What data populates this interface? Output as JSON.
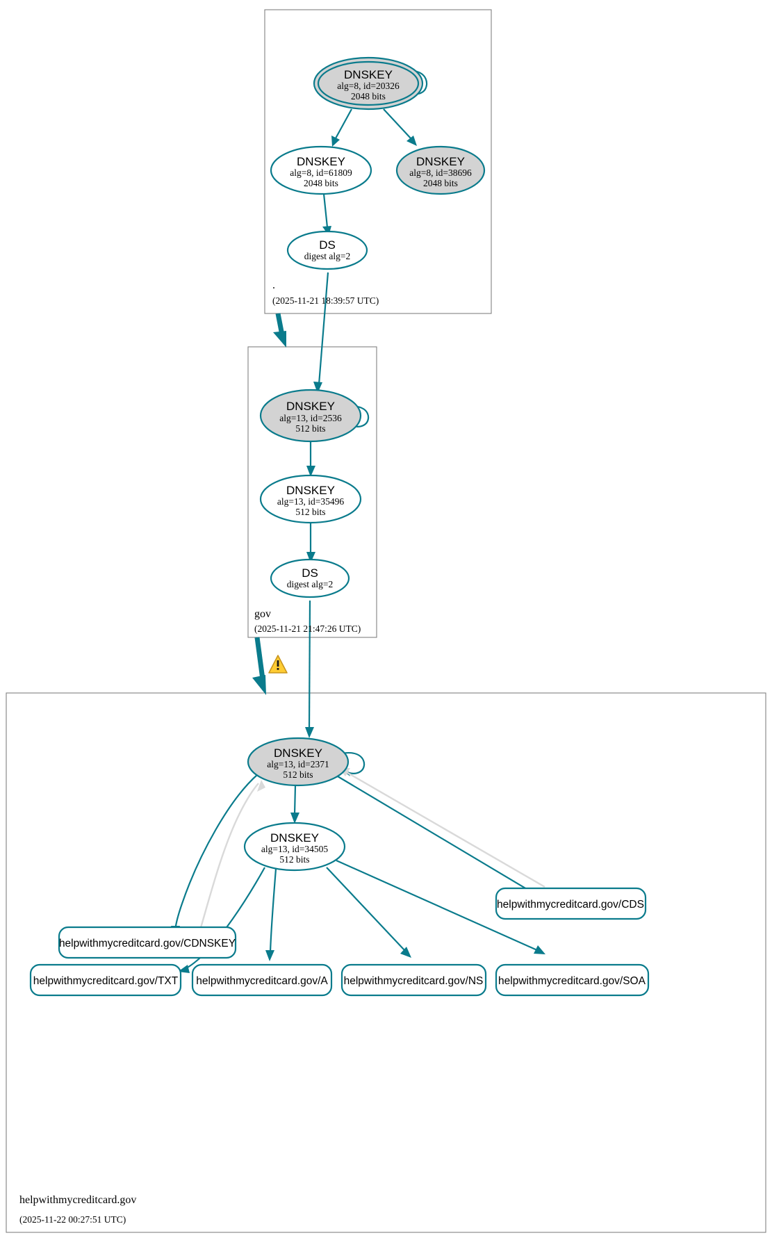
{
  "diagram": {
    "kind": "dnssec-authentication-chain",
    "colors": {
      "accent": "#0a7b8c",
      "node_fill_secure": "#d3d3d3",
      "node_fill_plain": "#ffffff",
      "zone_border": "#808080",
      "insecure_edge": "#d9d9d9",
      "warning_fill": "#ffcc33"
    }
  },
  "zones": [
    {
      "id": "root",
      "name": ".",
      "timestamp": "(2025-11-21 18:39:57 UTC)",
      "nodes": [
        {
          "id": "root-ksk",
          "type": "DNSKEY",
          "title": "DNSKEY",
          "line2": "alg=8, id=20326",
          "line3": "2048 bits"
        },
        {
          "id": "root-zsk",
          "type": "DNSKEY",
          "title": "DNSKEY",
          "line2": "alg=8, id=61809",
          "line3": "2048 bits"
        },
        {
          "id": "root-key3",
          "type": "DNSKEY",
          "title": "DNSKEY",
          "line2": "alg=8, id=38696",
          "line3": "2048 bits"
        },
        {
          "id": "root-ds",
          "type": "DS",
          "title": "DS",
          "line2": "digest alg=2",
          "line3": ""
        }
      ]
    },
    {
      "id": "gov",
      "name": "gov",
      "timestamp": "(2025-11-21 21:47:26 UTC)",
      "nodes": [
        {
          "id": "gov-ksk",
          "type": "DNSKEY",
          "title": "DNSKEY",
          "line2": "alg=13, id=2536",
          "line3": "512 bits"
        },
        {
          "id": "gov-zsk",
          "type": "DNSKEY",
          "title": "DNSKEY",
          "line2": "alg=13, id=35496",
          "line3": "512 bits"
        },
        {
          "id": "gov-ds",
          "type": "DS",
          "title": "DS",
          "line2": "digest alg=2",
          "line3": ""
        }
      ]
    },
    {
      "id": "leaf",
      "name": "helpwithmycreditcard.gov",
      "timestamp": "(2025-11-22 00:27:51 UTC)",
      "nodes": [
        {
          "id": "leaf-ksk",
          "type": "DNSKEY",
          "title": "DNSKEY",
          "line2": "alg=13, id=2371",
          "line3": "512 bits"
        },
        {
          "id": "leaf-zsk",
          "type": "DNSKEY",
          "title": "DNSKEY",
          "line2": "alg=13, id=34505",
          "line3": "512 bits"
        }
      ],
      "rrsets": [
        {
          "id": "rr-cds",
          "label": "helpwithmycreditcard.gov/CDS"
        },
        {
          "id": "rr-cdnskey",
          "label": "helpwithmycreditcard.gov/CDNSKEY"
        },
        {
          "id": "rr-txt",
          "label": "helpwithmycreditcard.gov/TXT"
        },
        {
          "id": "rr-a",
          "label": "helpwithmycreditcard.gov/A"
        },
        {
          "id": "rr-ns",
          "label": "helpwithmycreditcard.gov/NS"
        },
        {
          "id": "rr-soa",
          "label": "helpwithmycreditcard.gov/SOA"
        }
      ]
    }
  ],
  "warnings": [
    {
      "id": "delegation-warning",
      "icon": "warning-triangle-icon",
      "glyph": "!"
    }
  ]
}
